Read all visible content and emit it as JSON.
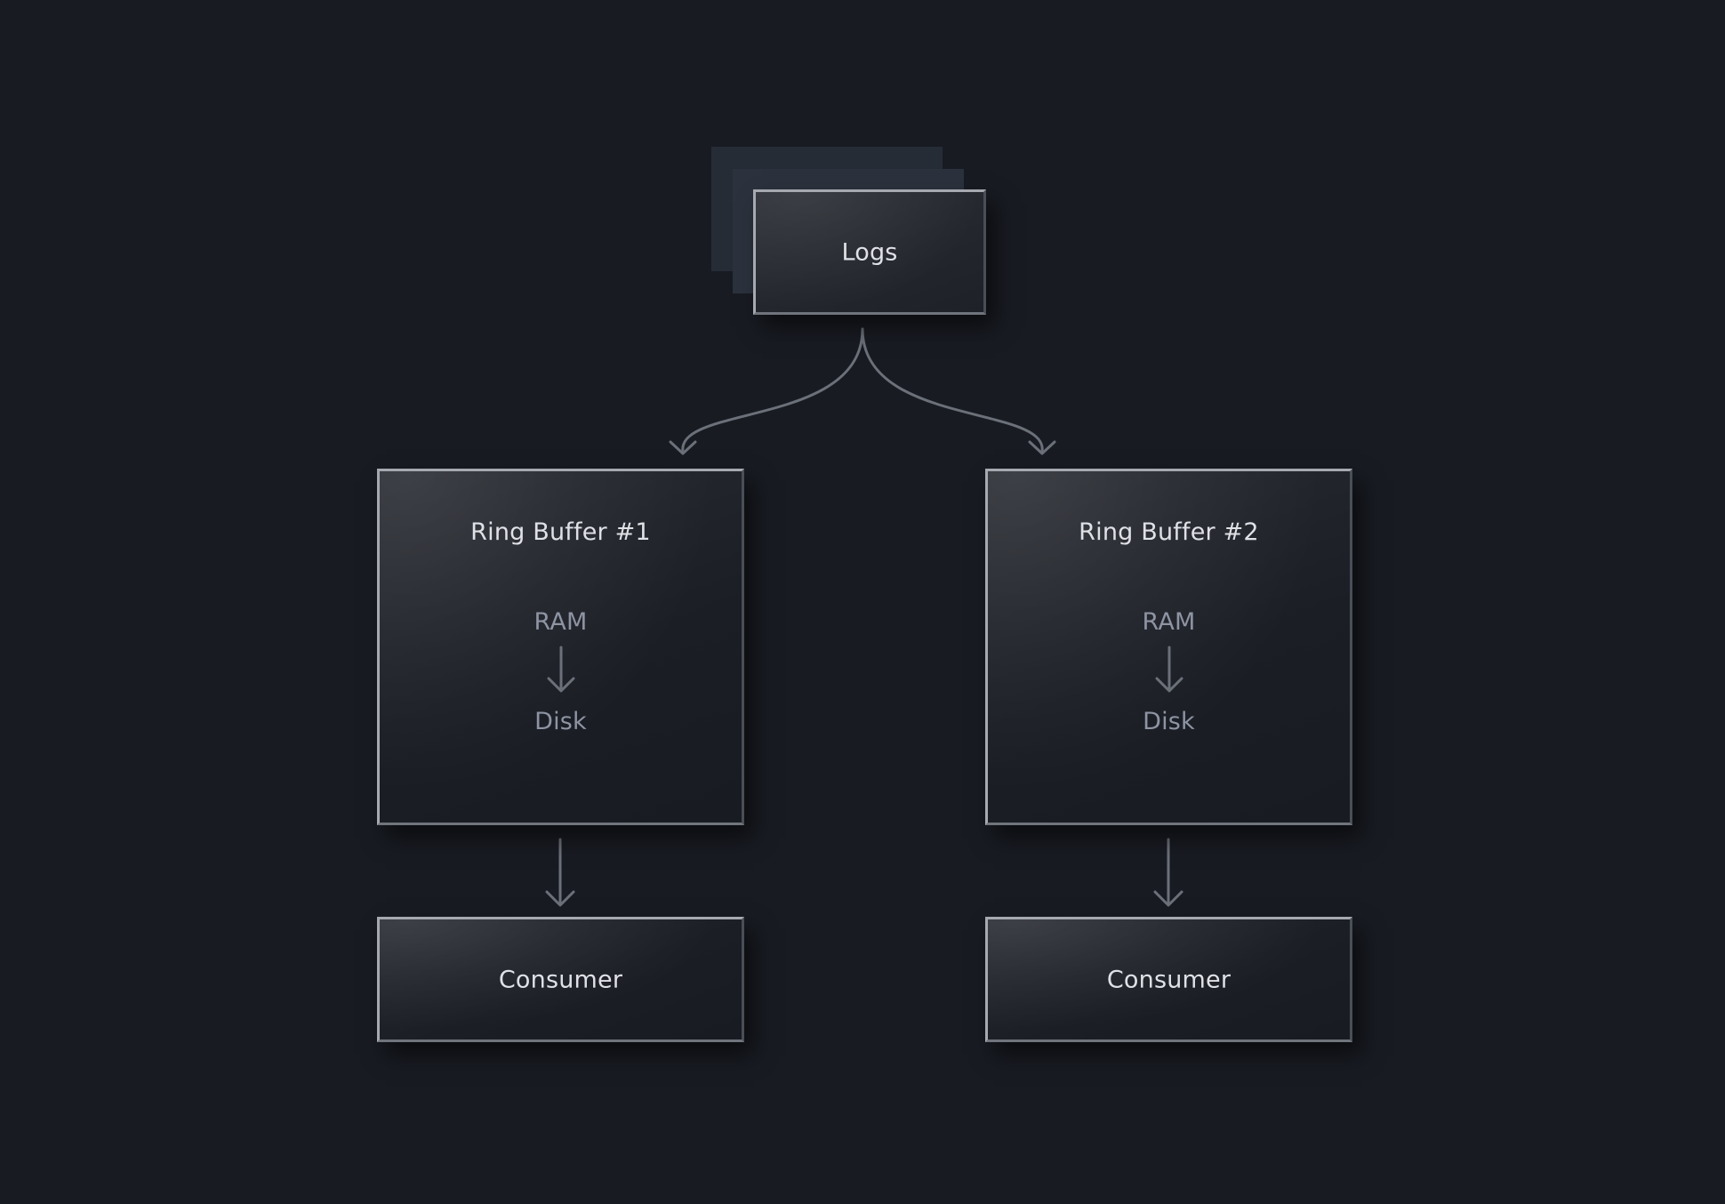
{
  "diagram": {
    "source": {
      "label": "Logs"
    },
    "buffers": [
      {
        "title": "Ring Buffer #1",
        "from": "RAM",
        "to": "Disk"
      },
      {
        "title": "Ring Buffer #2",
        "from": "RAM",
        "to": "Disk"
      }
    ],
    "consumers": [
      {
        "label": "Consumer"
      },
      {
        "label": "Consumer"
      }
    ]
  },
  "colors": {
    "background": "#181b22",
    "box_border_light": "#a6a9b0",
    "connector": "#6b7079",
    "text_primary": "#dfe1e6",
    "text_secondary": "#8e94a3"
  }
}
